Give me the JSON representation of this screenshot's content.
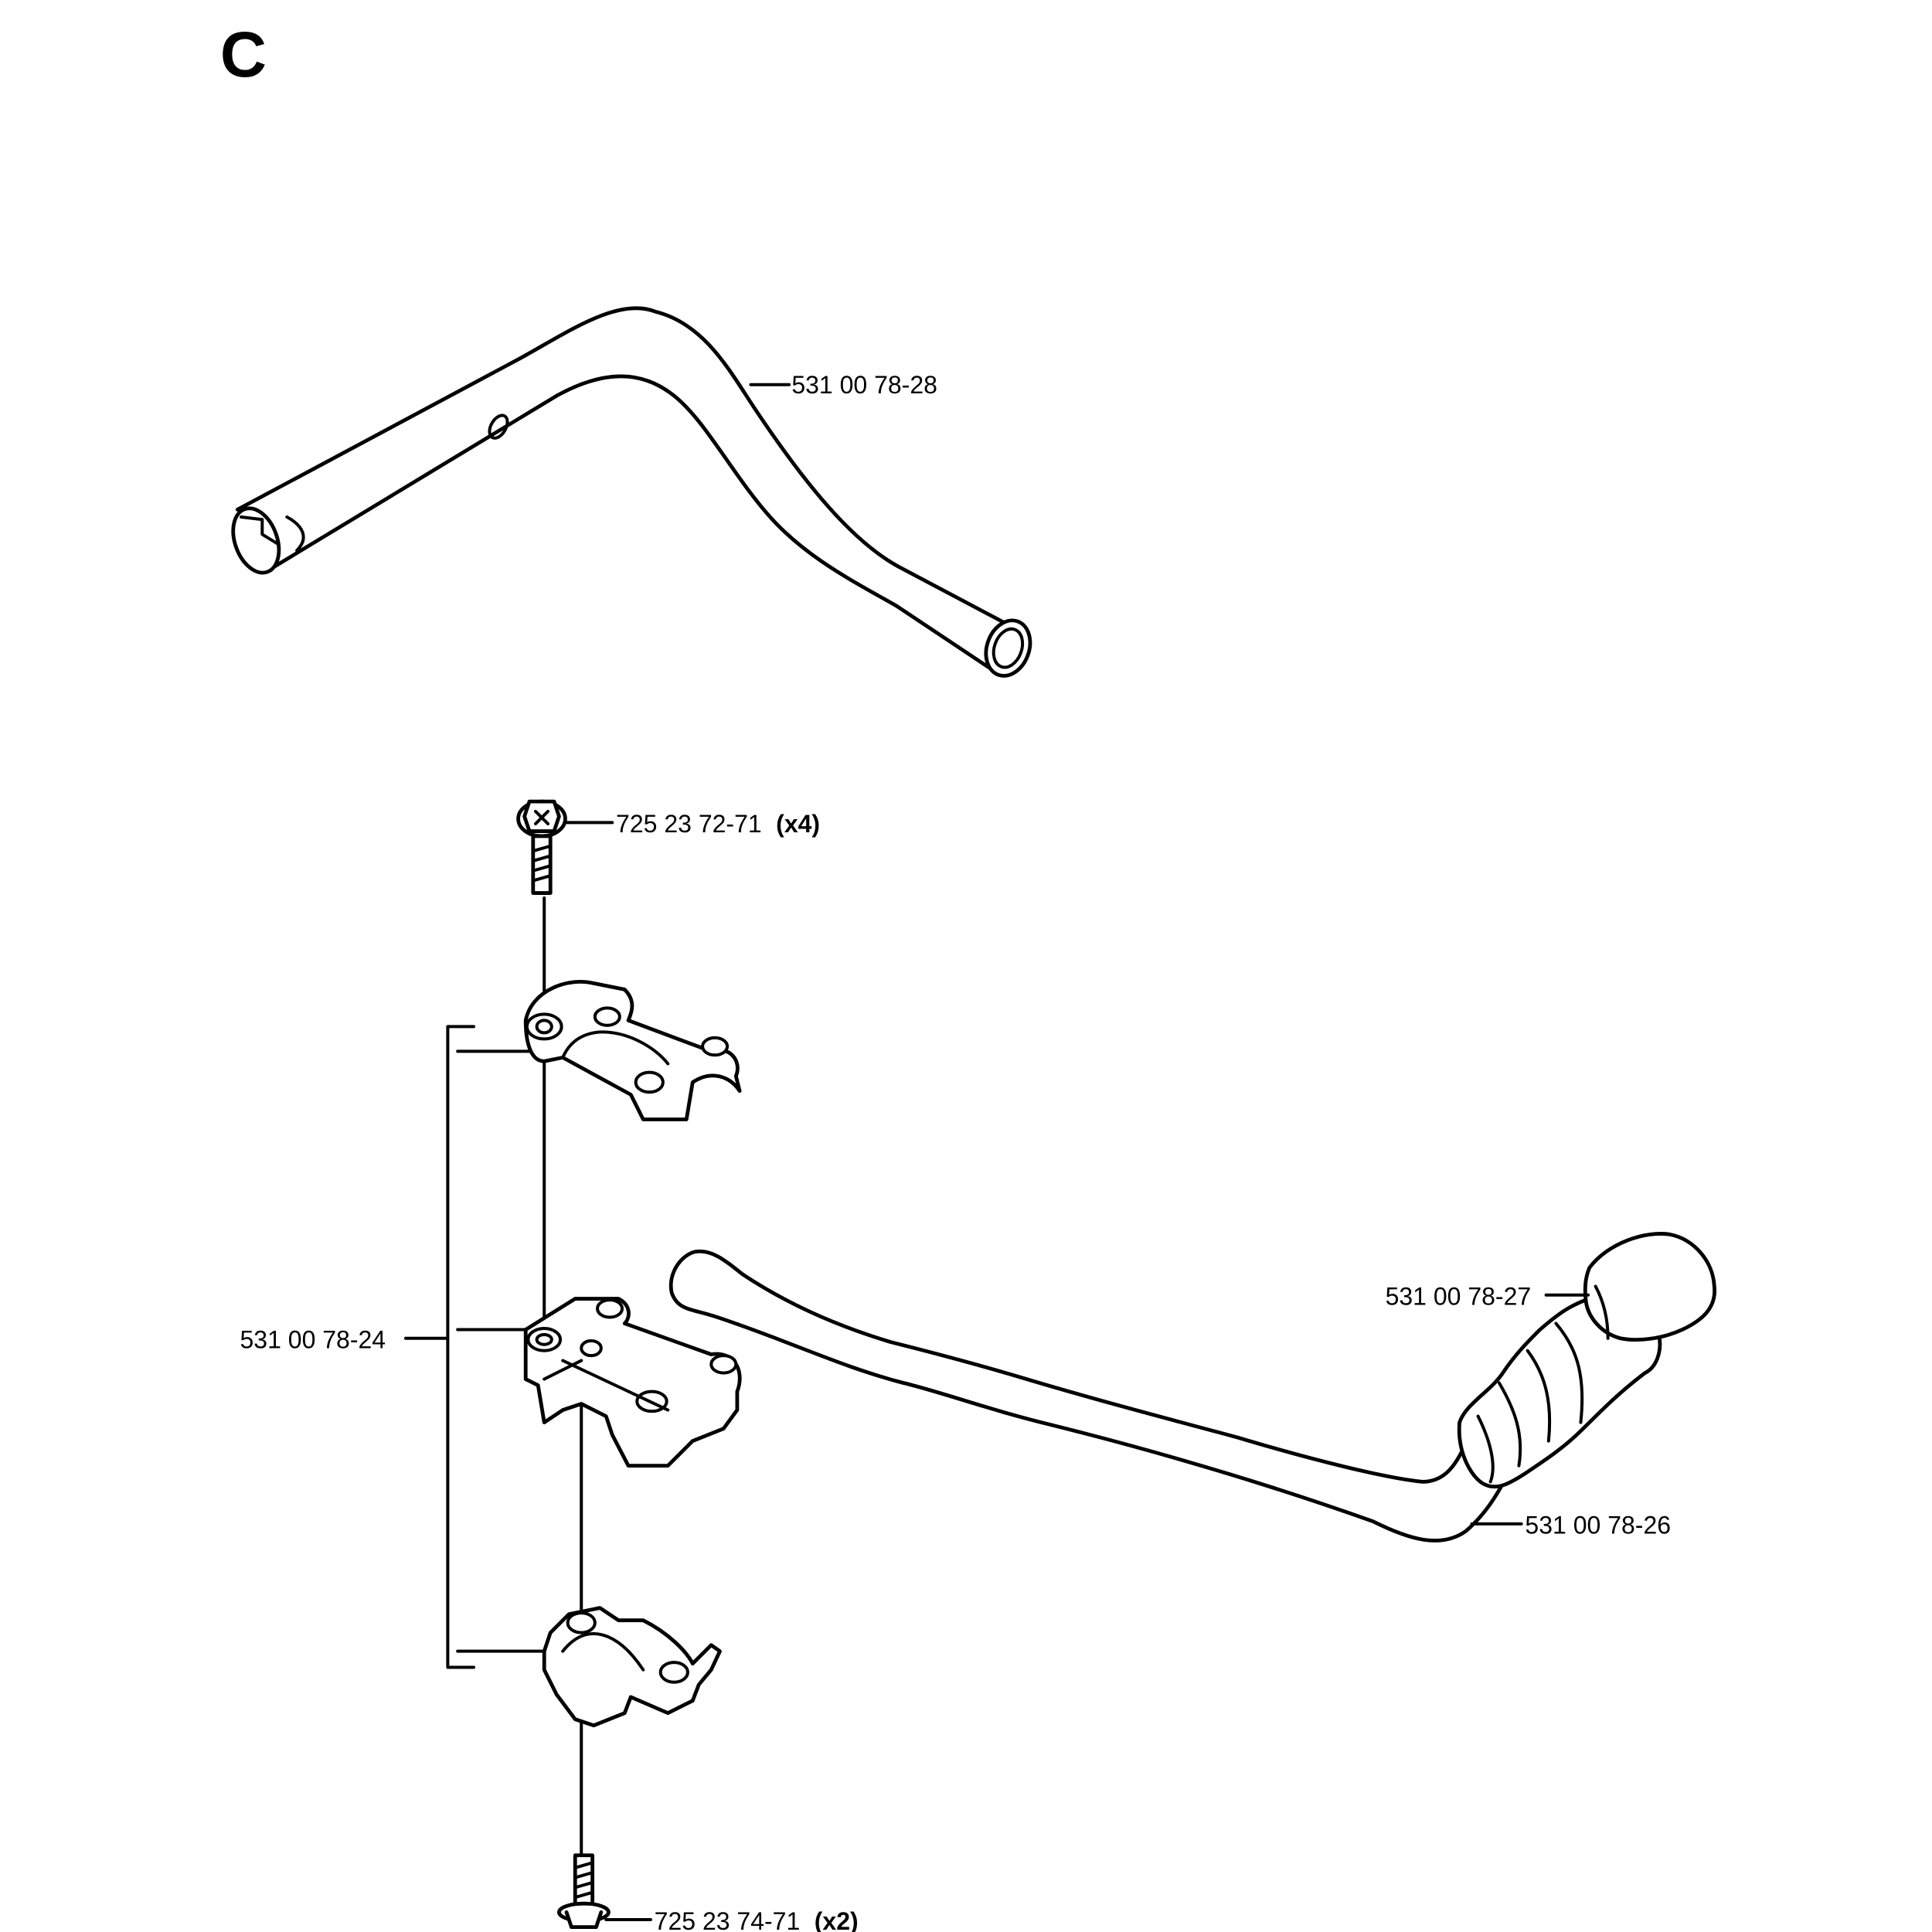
{
  "section_letter": "C",
  "parts": {
    "upper_handle": {
      "number": "531 00 78-28"
    },
    "screw_top": {
      "number": "725 23 72-71",
      "qty": "(x4)"
    },
    "clamp_set": {
      "number": "531 00 78-24"
    },
    "grip": {
      "number": "531 00 78-27"
    },
    "lower_handle": {
      "number": "531 00 78-26"
    },
    "screw_bottom": {
      "number": "725 23 74-71",
      "qty": "(x2)"
    }
  }
}
